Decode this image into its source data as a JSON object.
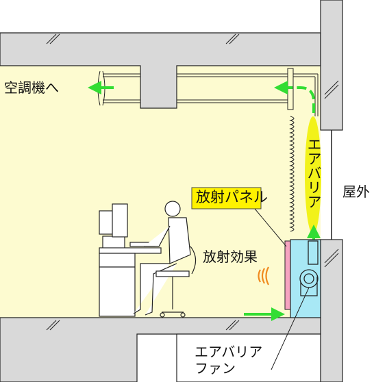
{
  "labels": {
    "to_ac": "空調機へ",
    "air_barrier": "エアバリア",
    "outdoor": "屋外",
    "radiant_panel": "放射パネル",
    "radiant_effect": "放射効果",
    "fan_line1": "エアバリア",
    "fan_line2": "ファン"
  },
  "colors": {
    "room": "#fdfbd0",
    "wall": "#d9d9d9",
    "airflow_arrow": "#33dd33",
    "air_barrier_stream": "#f2f21a",
    "radiant_panel_label": "#fff200",
    "radiant_panel": "#f6a4c0",
    "fan_box": "#a8e8f5",
    "radiant_waves": "#f08a1e"
  },
  "icons": [
    "airflow-arrow-icon",
    "fan-icon",
    "person-icon",
    "computer-icon",
    "chair-icon"
  ]
}
